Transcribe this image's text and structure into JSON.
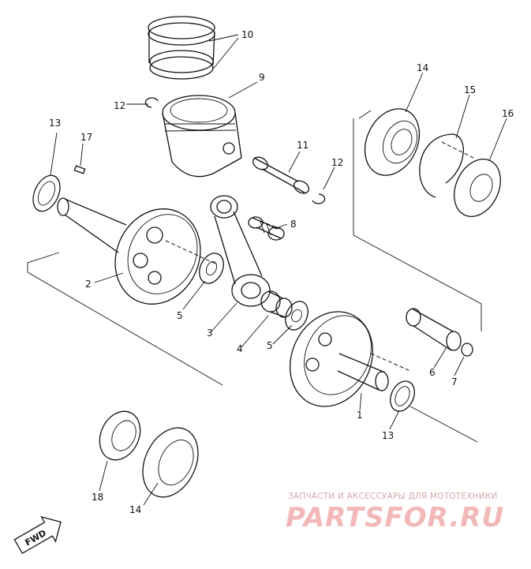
{
  "callouts": {
    "c1": "1",
    "c2": "2",
    "c3": "3",
    "c4": "4",
    "c5a": "5",
    "c5b": "5",
    "c6": "6",
    "c7": "7",
    "c8": "8",
    "c9": "9",
    "c10": "10",
    "c11": "11",
    "c12a": "12",
    "c12b": "12",
    "c13a": "13",
    "c13b": "13",
    "c14a": "14",
    "c14b": "14",
    "c15": "15",
    "c16": "16",
    "c17": "17",
    "c18": "18"
  },
  "fwd_label": "FWD",
  "watermark": {
    "caption": "ЗАПЧАСТИ И АКСЕССУАРЫ ДЛЯ МОТОТЕХНИКИ",
    "logo": "PARTSFOR.RU"
  }
}
